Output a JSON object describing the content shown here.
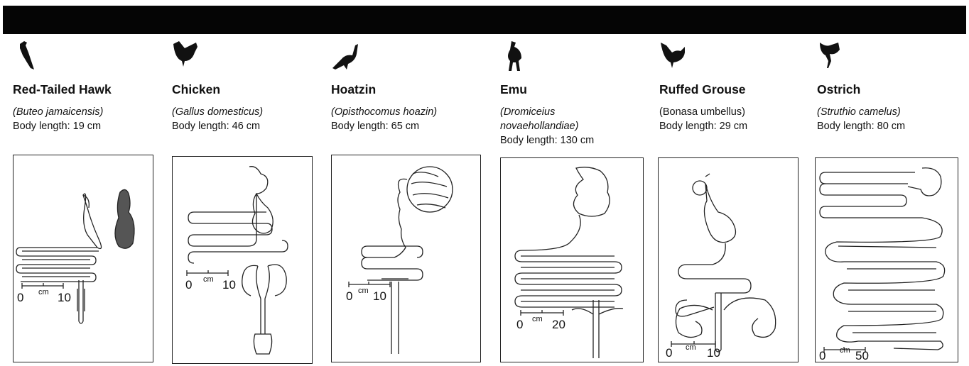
{
  "birds": [
    {
      "name": "Red-Tailed Hawk",
      "scientific": "(Buteo jamaicensis)",
      "body_length": "Body length: 19 cm",
      "icon": "hawk-silhouette-icon",
      "scale": {
        "start": "0",
        "unit": "cm",
        "end": "10"
      }
    },
    {
      "name": "Chicken",
      "scientific": "(Gallus domesticus)",
      "body_length": "Body length: 46 cm",
      "icon": "chicken-silhouette-icon",
      "scale": {
        "start": "0",
        "unit": "cm",
        "end": "10"
      }
    },
    {
      "name": "Hoatzin",
      "scientific": "(Opisthocomus hoazin)",
      "body_length": "Body length: 65 cm",
      "icon": "hoatzin-silhouette-icon",
      "scale": {
        "start": "0",
        "unit": "cm",
        "end": "10"
      }
    },
    {
      "name": "Emu",
      "scientific_line1": "(Dromiceius",
      "scientific_line2": "novaehollandiae)",
      "body_length": "Body length: 130 cm",
      "icon": "emu-silhouette-icon",
      "scale": {
        "start": "0",
        "unit": "cm",
        "end": "20"
      }
    },
    {
      "name": "Ruffed Grouse",
      "scientific": "(Bonasa umbellus)",
      "body_length": "Body length: 29 cm",
      "icon": "grouse-silhouette-icon",
      "scale": {
        "start": "0",
        "unit": "cm",
        "end": "10"
      }
    },
    {
      "name": "Ostrich",
      "scientific": "(Struthio camelus)",
      "body_length": "Body length: 80 cm",
      "icon": "ostrich-silhouette-icon",
      "scale": {
        "start": "0",
        "unit": "cm",
        "end": "50"
      }
    }
  ],
  "colors": {
    "header_bar": "#050505",
    "ink": "#111111"
  }
}
